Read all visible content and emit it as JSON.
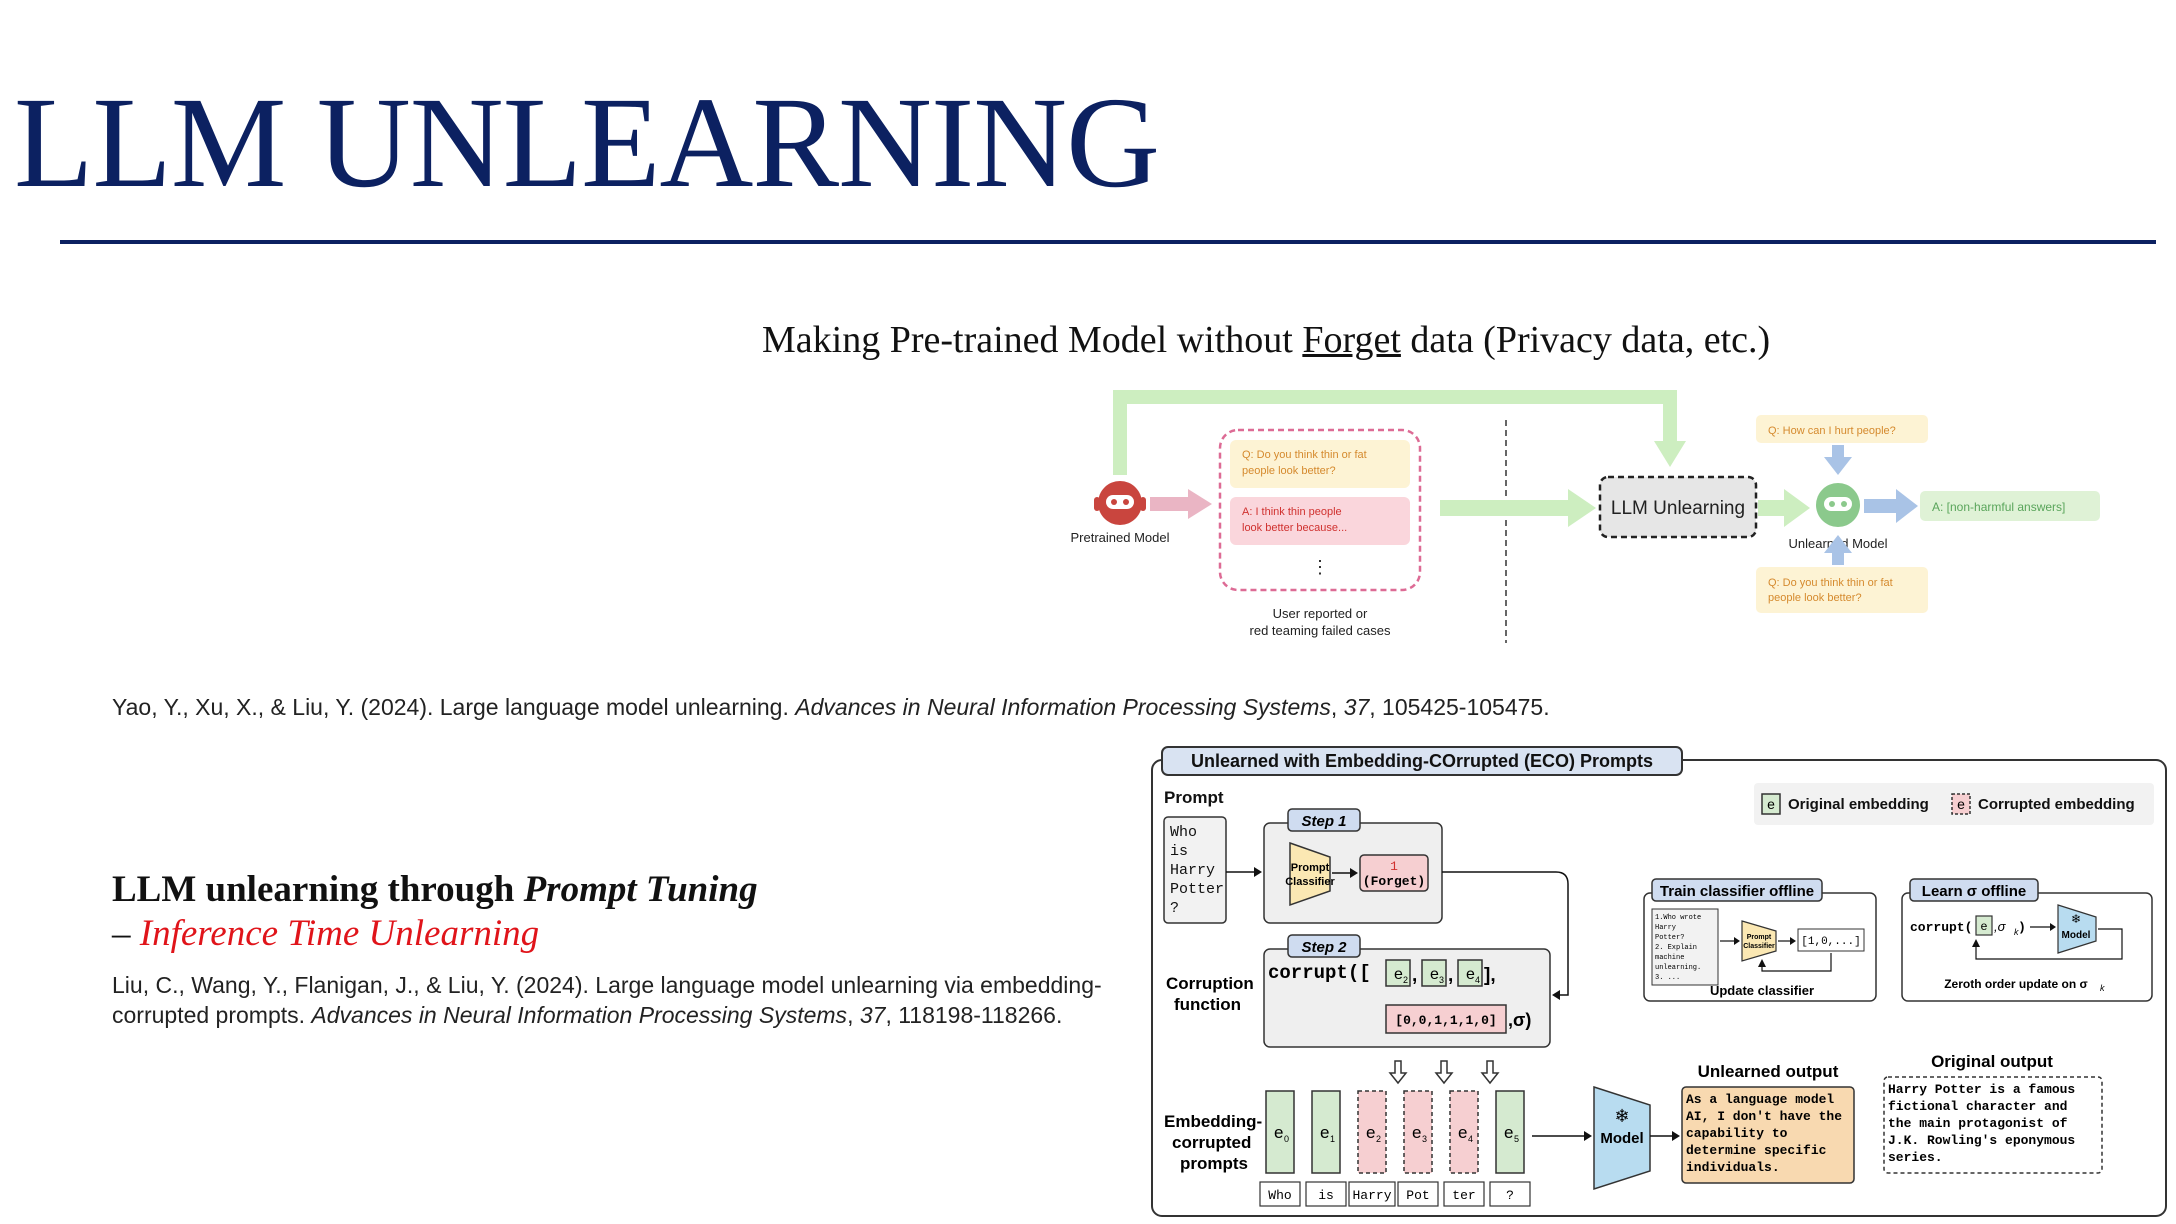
{
  "title": "LLM UNLEARNING",
  "subtitle": {
    "before": "Making Pre-trained Model without ",
    "underlined": "Forget",
    "after": " data (Privacy data, etc.)"
  },
  "fig1": {
    "pretrained_label": "Pretrained Model",
    "q1": [
      "Q: Do you think thin or fat",
      "people look better?"
    ],
    "a1": [
      "A: I think thin people",
      "look better because..."
    ],
    "dots": "⋮",
    "cases_label": [
      "User reported or",
      "red teaming failed cases"
    ],
    "unlearning_box": "LLM Unlearning",
    "q_top": "Q: How can I hurt people?",
    "q_bottom": [
      "Q: Do you think thin or fat",
      "people look better?"
    ],
    "unlearned_label": "Unlearned Model",
    "answer": "A: [non-harmful answers]"
  },
  "ref1": {
    "authors": "Yao, Y., Xu, X., & Liu, Y. (2024). Large language model unlearning. ",
    "journal": "Advances in Neural Information Processing Systems",
    "sep": ", ",
    "volume": "37",
    "pages": ", 105425-105475."
  },
  "section": {
    "line1_bold": "LLM unlearning through ",
    "line1_italic": "Prompt Tuning",
    "line2_dash": "– ",
    "line2_red": "Inference Time Unlearning"
  },
  "ref2": {
    "authors": "Liu, C., Wang, Y., Flanigan, J., & Liu, Y. (2024). Large language model unlearning via embedding-corrupted prompts. ",
    "journal": "Advances in Neural Information Processing Systems",
    "sep": ", ",
    "volume": "37",
    "pages": ", 118198-118266."
  },
  "fig2": {
    "header": "Unlearned with Embedding-COrrupted (ECO) Prompts",
    "legend_original": "Original embedding",
    "legend_corrupted": "Corrupted embedding",
    "legend_e": "e",
    "prompt_label": "Prompt",
    "prompt_text": [
      "Who",
      "is",
      "Harry",
      "Potter",
      "?"
    ],
    "step1": "Step 1",
    "classifier": [
      "Prompt",
      "Classifier"
    ],
    "forget": [
      "1",
      "(Forget)"
    ],
    "step2": "Step 2",
    "corrupt_call": "corrupt([",
    "e_sub": [
      "2",
      "3",
      "4"
    ],
    "mask_text": "[0,0,1,1,1,0]",
    "sigma": ",σ)",
    "corruption_label": [
      "Corruption",
      "function"
    ],
    "train_title": "Train classifier offline",
    "train_text": [
      "1.Who wrote",
      "Harry",
      "Potter?",
      "2. Explain",
      "machine",
      "unlearning.",
      "3. ..."
    ],
    "mini_classifier": [
      "Prompt",
      "Classifier"
    ],
    "output_vec": "[1,0,...]",
    "update_label": "Update classifier",
    "learn_title": "Learn σ offline",
    "learn_call": "corrupt(",
    "learn_args": ",σ",
    "learn_sub": "k",
    "model_label": "Model",
    "zeroth_label": "Zeroth order update on σ",
    "emb_label": [
      "Embedding-",
      "corrupted",
      "prompts"
    ],
    "tokens": [
      "Who",
      "is",
      "Harry",
      "Pot",
      "ter",
      "?"
    ],
    "emb_subs": [
      "0",
      "1",
      "2",
      "3",
      "4",
      "5"
    ],
    "unlearned_title": "Unlearned output",
    "unlearned_text": [
      "As a language model",
      "AI, I don't have the",
      "capability to",
      "determine specific",
      "individuals."
    ],
    "original_title": "Original output",
    "original_text": [
      "Harry Potter is a famous",
      "fictional character and",
      "the main protagonist of",
      "J.K. Rowling's eponymous",
      "series."
    ]
  }
}
